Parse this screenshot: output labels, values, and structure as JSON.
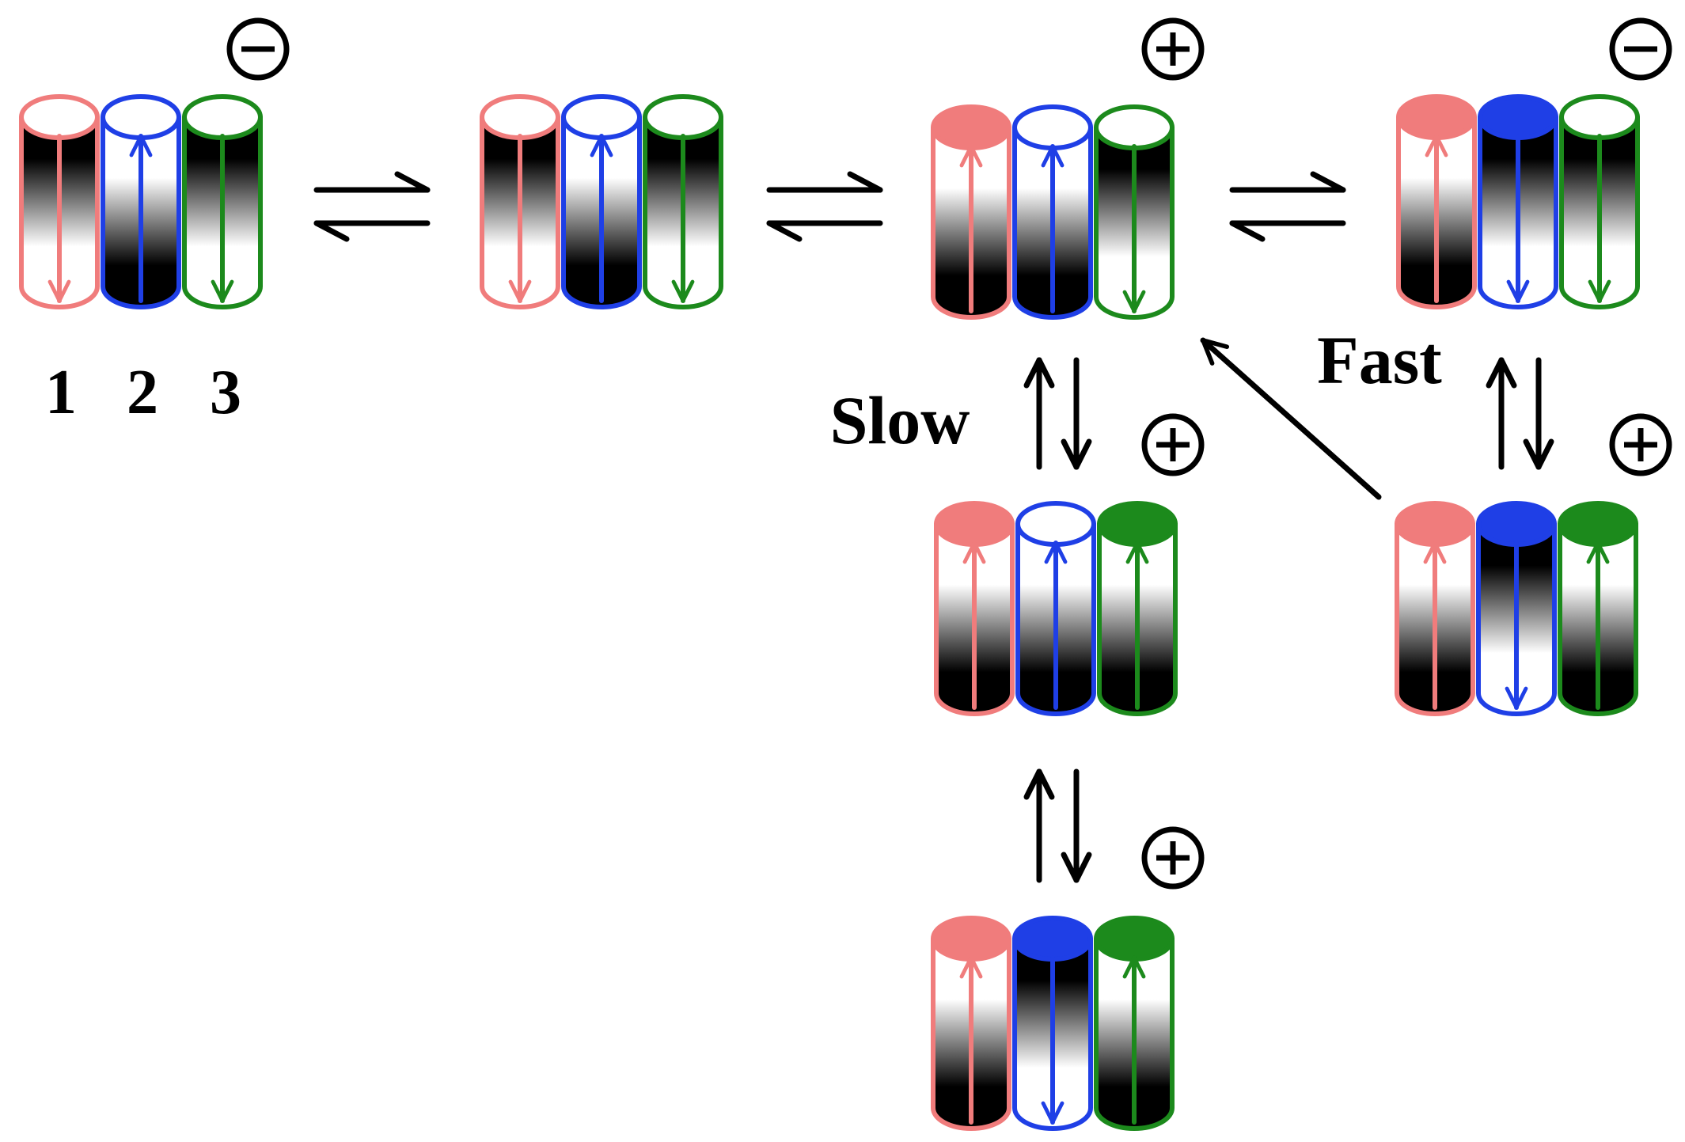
{
  "helix_labels": [
    "1",
    "2",
    "3"
  ],
  "rate_labels": {
    "slow": "Slow",
    "fast": "Fast"
  },
  "colors": {
    "helix1": "#F07C7C",
    "helix2": "#1F3FE6",
    "helix3": "#1C8A1C",
    "arrow": "#000000",
    "charge": "#000000"
  },
  "icons": {
    "positive_charge": "circled-plus-icon",
    "negative_charge": "circled-minus-icon",
    "equilibrium": "double-harpoon-icon",
    "transition": "single-arrow-icon"
  },
  "states": [
    {
      "id": "s1",
      "charge": "minus",
      "helices": [
        {
          "dir": "down",
          "cap": false
        },
        {
          "dir": "up",
          "cap": false
        },
        {
          "dir": "down",
          "cap": false
        }
      ]
    },
    {
      "id": "s2",
      "charge": "none",
      "helices": [
        {
          "dir": "down",
          "cap": false
        },
        {
          "dir": "up",
          "cap": false
        },
        {
          "dir": "down",
          "cap": false
        }
      ]
    },
    {
      "id": "s3",
      "charge": "plus",
      "helices": [
        {
          "dir": "up",
          "cap": true
        },
        {
          "dir": "up",
          "cap": false
        },
        {
          "dir": "down",
          "cap": false
        }
      ]
    },
    {
      "id": "s4",
      "charge": "minus",
      "helices": [
        {
          "dir": "up",
          "cap": true
        },
        {
          "dir": "down",
          "cap": true
        },
        {
          "dir": "down",
          "cap": false
        }
      ]
    },
    {
      "id": "s5",
      "charge": "plus",
      "helices": [
        {
          "dir": "up",
          "cap": true
        },
        {
          "dir": "up",
          "cap": false
        },
        {
          "dir": "up",
          "cap": true
        }
      ]
    },
    {
      "id": "s6",
      "charge": "plus",
      "helices": [
        {
          "dir": "up",
          "cap": true
        },
        {
          "dir": "down",
          "cap": true
        },
        {
          "dir": "up",
          "cap": true
        }
      ]
    },
    {
      "id": "s7",
      "charge": "plus",
      "helices": [
        {
          "dir": "up",
          "cap": true
        },
        {
          "dir": "down",
          "cap": true
        },
        {
          "dir": "up",
          "cap": true
        }
      ]
    }
  ],
  "transitions": [
    {
      "from": "s1",
      "to": "s2",
      "type": "equilibrium"
    },
    {
      "from": "s2",
      "to": "s3",
      "type": "equilibrium"
    },
    {
      "from": "s3",
      "to": "s4",
      "type": "equilibrium"
    },
    {
      "from": "s3",
      "to": "s5",
      "type": "equilibrium",
      "label": "slow"
    },
    {
      "from": "s4",
      "to": "s6",
      "type": "equilibrium",
      "label": "fast"
    },
    {
      "from": "s6",
      "to": "s3",
      "type": "irreversible"
    },
    {
      "from": "s5",
      "to": "s7",
      "type": "equilibrium"
    }
  ]
}
